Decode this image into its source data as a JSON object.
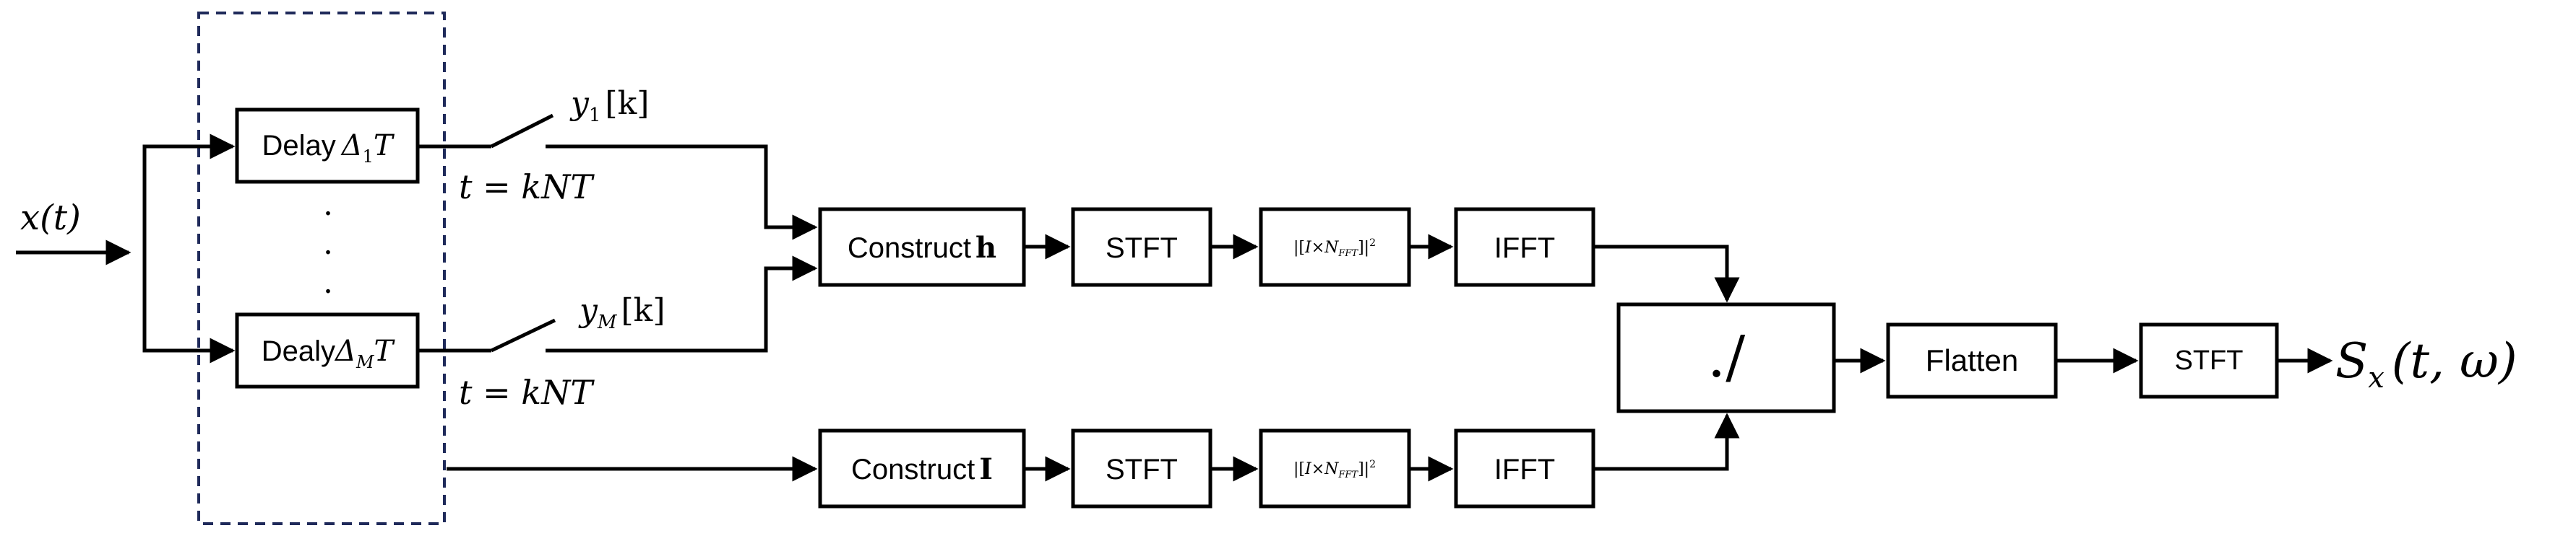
{
  "input_label": {
    "x": "x",
    "paren": "(t)"
  },
  "delay_top": {
    "word": "Delay",
    "symbol": "Δ",
    "sub": "1",
    "var": "T"
  },
  "delay_bottom": {
    "word": "Dealy",
    "symbol": "Δ",
    "sub": "M",
    "var": "T"
  },
  "dots": ".",
  "sampler_top": {
    "sample": "y",
    "sub": "1",
    "index": "[k]",
    "time": "t = kNT"
  },
  "sampler_bottom": {
    "sample": "y",
    "sub": "M",
    "index": "[k]",
    "time": "t = kNT"
  },
  "construct_h": {
    "word": "Construct",
    "symbol": "h"
  },
  "construct_i": {
    "word": "Construct",
    "symbol": "I"
  },
  "stft_label": "STFT",
  "norm_label": {
    "open": "|[",
    "var": "I",
    "times": "×",
    "n": "N",
    "sub": "FFT",
    "close": "]|",
    "pow": "2"
  },
  "ifft_label": "IFFT",
  "divide_label": "./",
  "flatten_label": "Flatten",
  "output_label": {
    "s": "S",
    "sub": "x",
    "args": "(t, ω)"
  }
}
